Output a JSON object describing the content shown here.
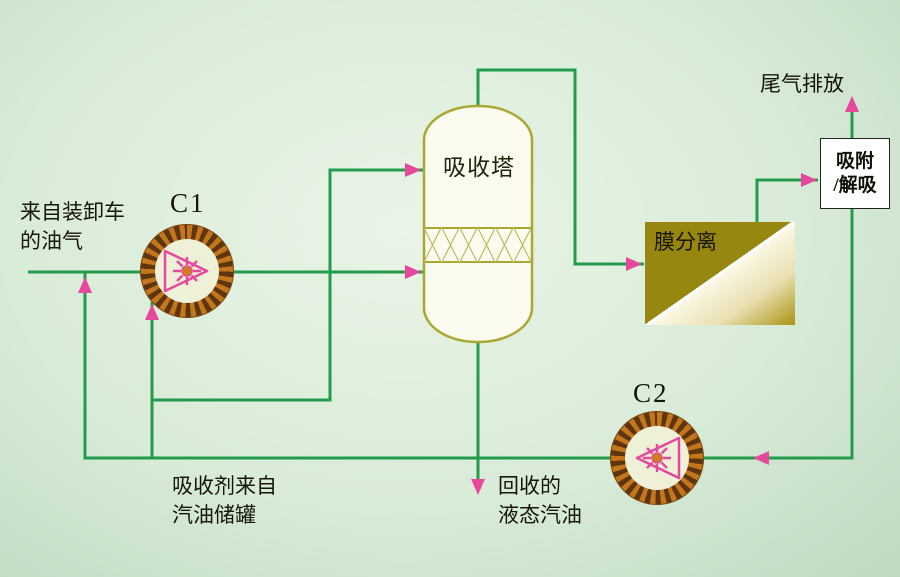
{
  "colors": {
    "line-green": "#229c4c",
    "arrow-pink": "#e6489c",
    "vessel-stroke": "#a8a832",
    "vessel-fill": "#fbfbf0",
    "mesh-stroke": "#bcbc5e",
    "membrane-gold": "#97860f",
    "membrane-deep": "#a99414",
    "ring-dark": "#5f3510",
    "ring-light": "#c4761c",
    "comp-face": "#eef0d8",
    "star-orange": "#d08018",
    "text-dark": "#151508",
    "bg-inner": "#eaf4e7",
    "bg-outer": "#bed9c0"
  },
  "labels": {
    "source_line1": "来自装卸车",
    "source_line2": "的油气",
    "compressor1": "C1",
    "compressor2": "C2",
    "absorber": "吸收塔",
    "membrane": "膜分离",
    "adsorber_line1": "吸附",
    "adsorber_line2": "/解吸",
    "tail_gas": "尾气排放",
    "absorbent_line1": "吸收剂来自",
    "absorbent_line2": "汽油储罐",
    "recovered_line1": "回收的",
    "recovered_line2": "液态汽油"
  }
}
